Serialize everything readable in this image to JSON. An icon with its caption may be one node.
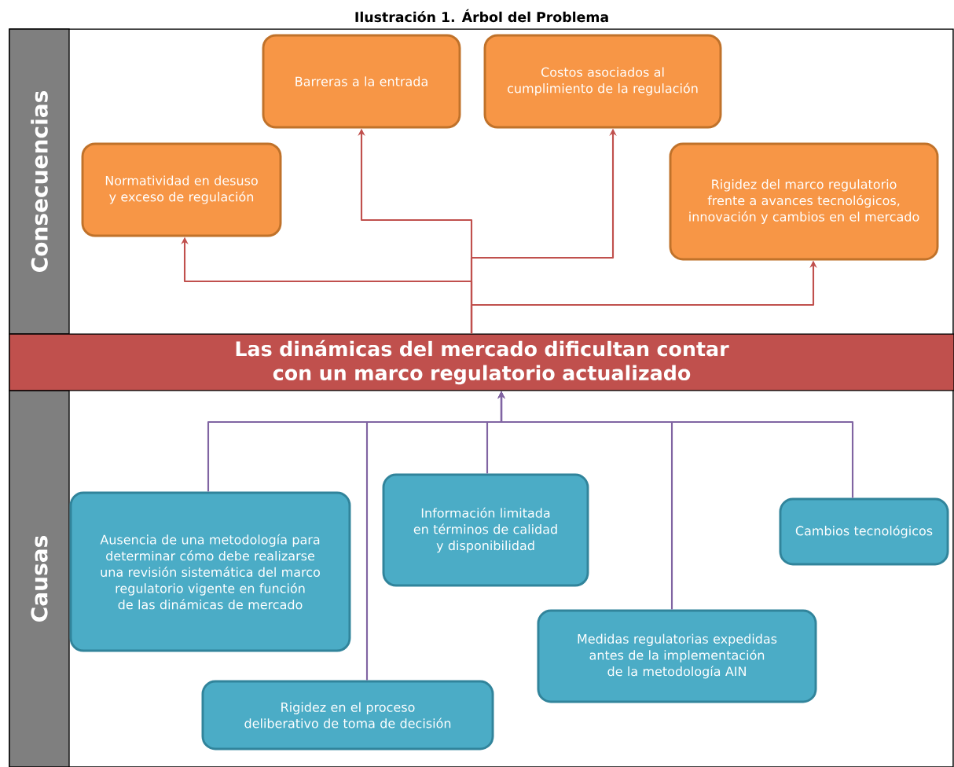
{
  "diagram": {
    "title": "Ilustración 1. Árbol del Problema",
    "nodes": [
      {
        "text": [
          "Consecuencias"
        ]
      },
      {
        "text": [
          "Causas"
        ]
      },
      {
        "text": [
          "Normatividad en desuso y exceso de regulación"
        ]
      },
      {
        "text": [
          "Barreras a la entrada"
        ]
      },
      {
        "text": [
          "Costos asociados al cumplimiento de la regulación"
        ]
      },
      {
        "text": [
          "Rigidez del marco regulatorio frente a avances tecnológicos, innovación y cambios en el mercado"
        ]
      },
      {
        "text": [
          "Las dinámicas del mercado dificultan contar con un marco regulatorio actualizado"
        ]
      },
      {
        "text": [
          "Ausencia de una metodología para determinar cómo debe realizarse una revisión sistemática del marco regulatorio vigente en función de las dinámicas de mercado"
        ]
      },
      {
        "text": [
          "Información limitada en términos de calidad y disponibilidad"
        ]
      },
      {
        "text": [
          "Cambios tecnológicos"
        ]
      },
      {
        "text": [
          "Rigidez en el proceso deliberativo de toma de decisión"
        ]
      },
      {
        "text": [
          "Medidas regulatorias expedidas antes de la implementación de la metodología AIN"
        ]
      }
    ],
    "edges": [
      {
        "from": 6,
        "to": 2,
        "arrow": "to",
        "color": "#c0504d"
      },
      {
        "from": 6,
        "to": 3,
        "arrow": "to",
        "color": "#c0504d"
      },
      {
        "from": 6,
        "to": 4,
        "arrow": "to",
        "color": "#c0504d"
      },
      {
        "from": 6,
        "to": 5,
        "arrow": "to",
        "color": "#c0504d"
      },
      {
        "from": 7,
        "to": 6,
        "arrow": "to",
        "color": "#8064a2"
      },
      {
        "from": 10,
        "to": 6,
        "arrow": "to",
        "color": "#8064a2"
      },
      {
        "from": 8,
        "to": 6,
        "arrow": "to",
        "color": "#8064a2"
      },
      {
        "from": 11,
        "to": 6,
        "arrow": "to",
        "color": "#8064a2"
      },
      {
        "from": 9,
        "to": 6,
        "arrow": "to",
        "color": "#8064a2"
      }
    ]
  }
}
